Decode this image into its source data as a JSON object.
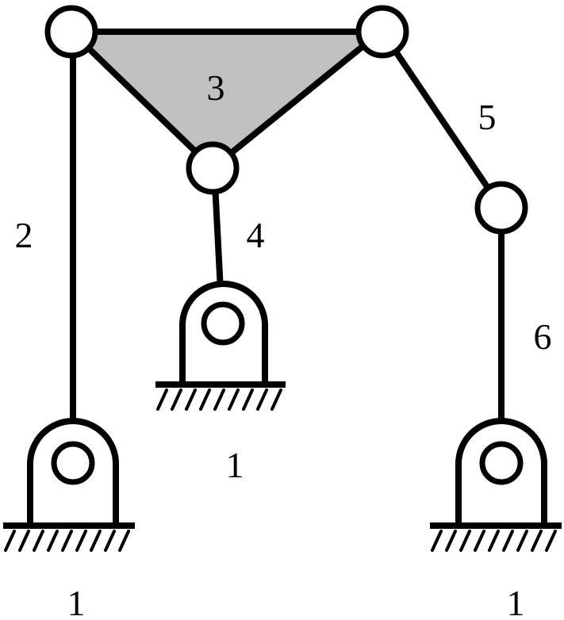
{
  "colors": {
    "line": "#000000",
    "coupler_fill": "#c0c0c0",
    "joint_fill": "#ffffff",
    "background": "#ffffff"
  },
  "labels": {
    "link_2": "2",
    "link_3": "3",
    "link_4": "4",
    "link_5": "5",
    "link_6": "6",
    "ground_left": "1",
    "ground_middle": "1",
    "ground_right": "1"
  }
}
